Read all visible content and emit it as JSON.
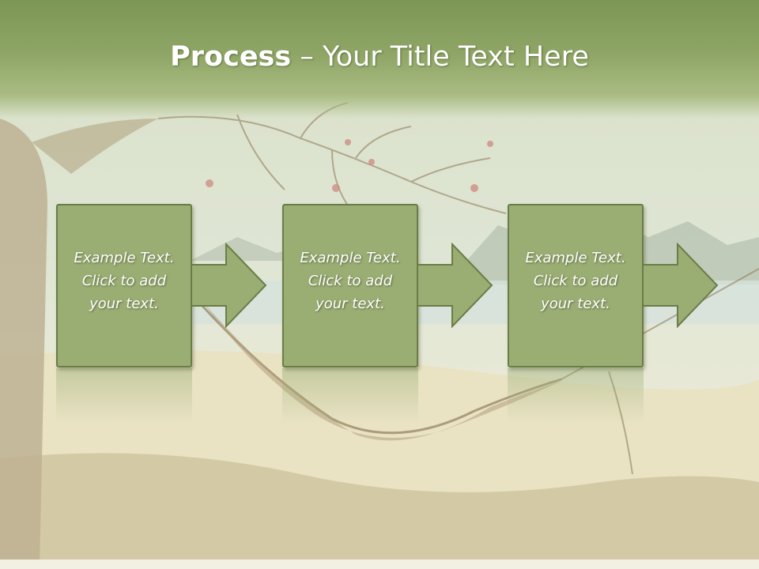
{
  "slide": {
    "title_bold": "Process",
    "title_rest": " – Your Title Text Here"
  },
  "steps": [
    {
      "line1": "Example Text.",
      "line2": "Click  to add",
      "line3": "your text."
    },
    {
      "line1": "Example Text.",
      "line2": "Click  to add",
      "line3": "your text."
    },
    {
      "line1": "Example Text.",
      "line2": "Click  to add",
      "line3": "your text."
    }
  ],
  "colors": {
    "title_band": "#8ea565",
    "box_fill": "#9aad73",
    "box_border": "#6a7d47",
    "arrow_fill": "#9aad73"
  },
  "icons": [
    "right-arrow-icon"
  ]
}
